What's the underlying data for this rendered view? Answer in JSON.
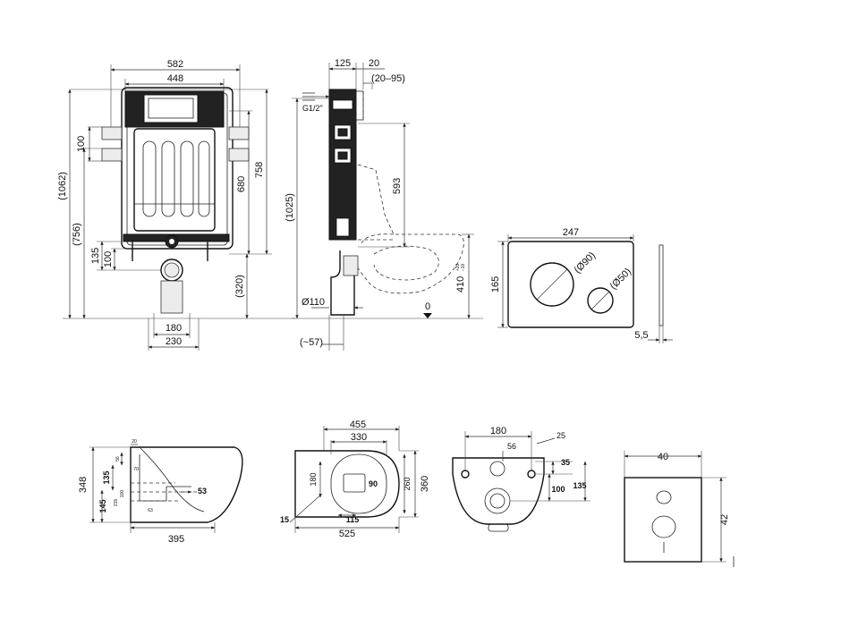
{
  "frame_front": {
    "w_582": "582",
    "w_448": "448",
    "h_1062": "(1062)",
    "h_756": "(756)",
    "h_758": "758",
    "h_680": "680",
    "h_100": "100",
    "h_135": "135",
    "h_100b": "100",
    "h_320": "(320)",
    "w_180": "180",
    "w_230": "230"
  },
  "frame_side": {
    "w_125": "125",
    "w_20": "20",
    "w_20_95": "(20–95)",
    "g_half": "G1/2\"",
    "h_1025": "(1025)",
    "h_593": "593",
    "h_410": "410",
    "tol_plus": "+20",
    "tol_minus": "−10",
    "d_110": "Ø110",
    "w_57": "(~57)",
    "zero": "0"
  },
  "flush_plate": {
    "w_247": "247",
    "h_165": "165",
    "d_90": "(Ø90)",
    "d_50": "(Ø50)",
    "t_55": "5,5"
  },
  "bowl_side": {
    "h_348": "348",
    "h_145": "145",
    "h_135": "135",
    "h_56": "56",
    "h_215": "215",
    "h_100": "100",
    "w_20": "20",
    "w_70": "70",
    "w_53": "53",
    "w_63": "63",
    "w_395": "395"
  },
  "bowl_top": {
    "w_455": "455",
    "w_330": "330",
    "w_525": "525",
    "h_360": "360",
    "h_260": "260",
    "h_180": "180",
    "w_90": "90",
    "w_115": "115",
    "w_15": "15"
  },
  "bowl_rear": {
    "w_180": "180",
    "w_56": "56",
    "r_25": "25",
    "h_35": "35",
    "h_100": "100",
    "h_135": "135"
  },
  "gasket": {
    "w_40": "40",
    "h_42": "42"
  }
}
